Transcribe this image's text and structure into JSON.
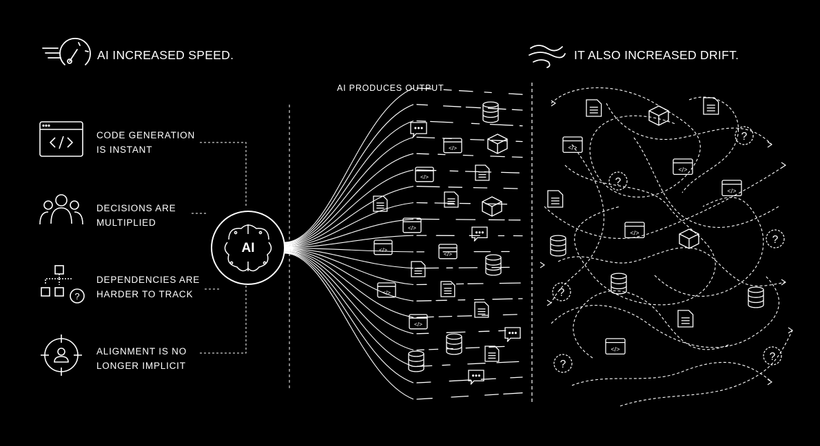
{
  "left_heading": "AI INCREASED SPEED.",
  "right_heading": "IT ALSO INCREASED DRIFT.",
  "center_label": "AI PRODUCES OUTPUT",
  "hub_label": "AI",
  "points": [
    {
      "line1": "CODE GENERATION",
      "line2": "IS INSTANT",
      "icon": "code-window-icon"
    },
    {
      "line1": "DECISIONS ARE",
      "line2": "MULTIPLIED",
      "icon": "people-group-icon"
    },
    {
      "line1": "DEPENDENCIES ARE",
      "line2": "HARDER TO TRACK",
      "icon": "dependency-tree-icon"
    },
    {
      "line1": "ALIGNMENT IS NO",
      "line2": "LONGER IMPLICIT",
      "icon": "target-person-icon"
    }
  ],
  "colors": {
    "background": "#000000",
    "foreground": "#ffffff"
  },
  "icons": {
    "speed": "speedometer-icon",
    "drift": "wind-icon",
    "hub": "brain-circuit-icon",
    "output_items": [
      "code-window-icon",
      "document-icon",
      "cube-icon",
      "database-icon",
      "chat-bubble-icon",
      "question-icon"
    ]
  }
}
